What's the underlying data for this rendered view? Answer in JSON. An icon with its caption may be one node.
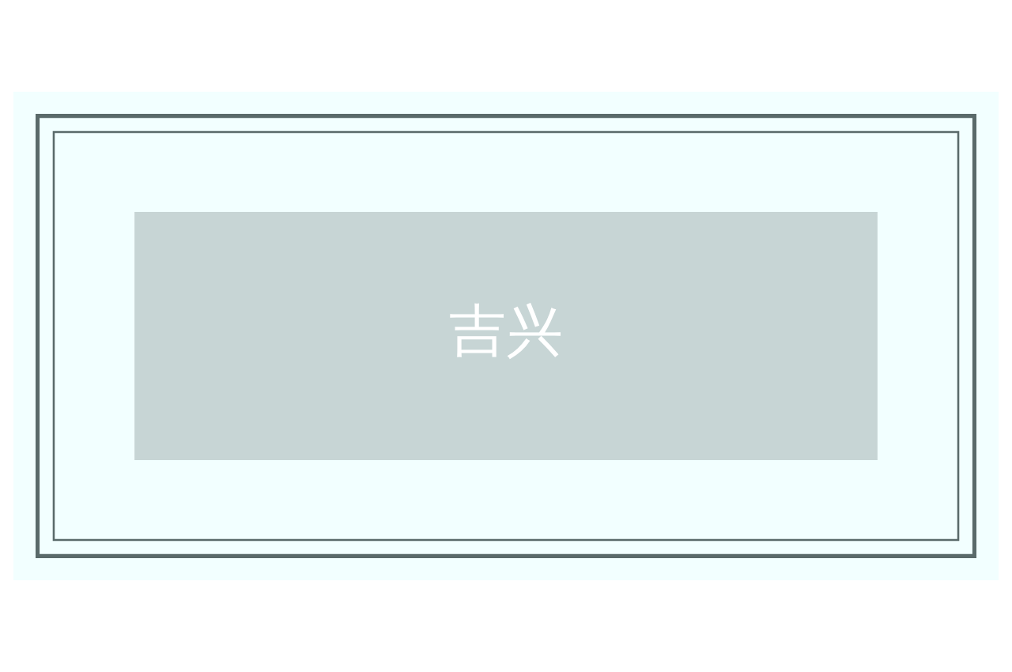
{
  "diagram": {
    "nodes": [
      {
        "text": [],
        "shape": "box"
      },
      {
        "text": [],
        "shape": "box",
        "in": 0
      },
      {
        "text": [
          "吉兴"
        ],
        "in": 1
      }
    ]
  }
}
